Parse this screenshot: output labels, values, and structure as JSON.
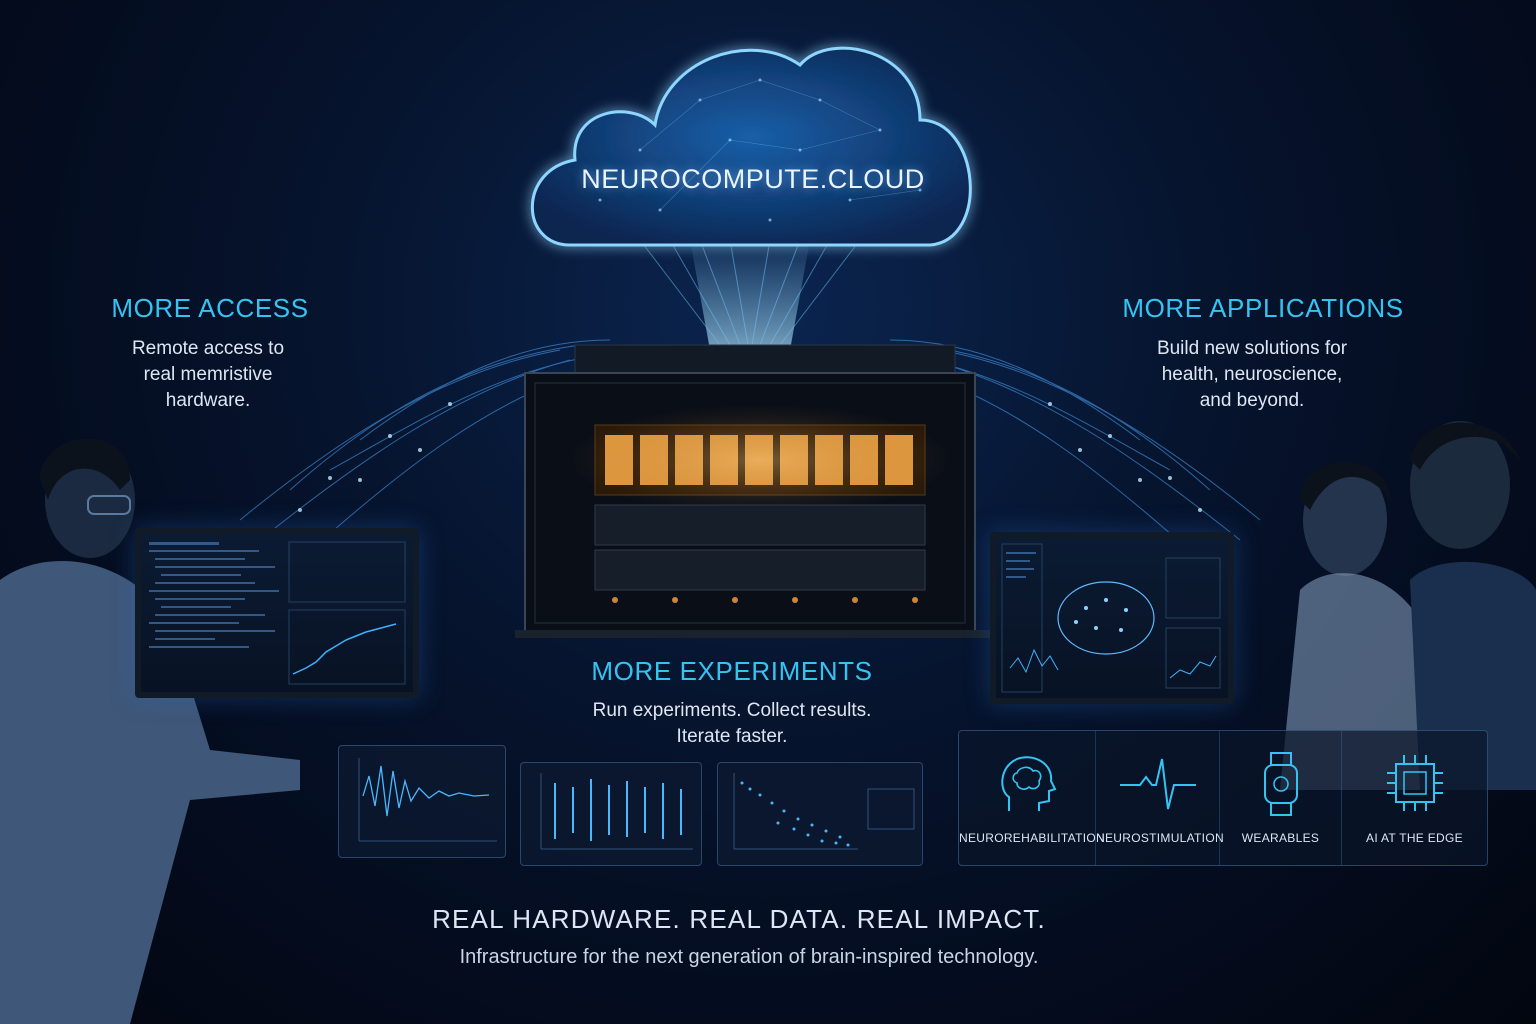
{
  "cloud": {
    "label": "NEUROCOMPUTE.CLOUD"
  },
  "access": {
    "heading": "MORE ACCESS",
    "lines": [
      "Remote access to",
      "real memristive",
      "hardware."
    ]
  },
  "applications": {
    "heading": "MORE APPLICATIONS",
    "lines": [
      "Build new solutions for",
      "health, neuroscience,",
      "and beyond."
    ],
    "items": [
      {
        "label": "NEUROREHABILITATION",
        "icon": "brain-head-icon"
      },
      {
        "label": "NEUROSTIMULATION",
        "icon": "pulse-icon"
      },
      {
        "label": "WEARABLES",
        "icon": "smartwatch-icon"
      },
      {
        "label": "AI AT THE EDGE",
        "icon": "chip-icon"
      }
    ]
  },
  "experiments": {
    "heading": "MORE EXPERIMENTS",
    "lines": [
      "Run experiments. Collect results.",
      "Iterate faster."
    ]
  },
  "footer": {
    "tagline": "REAL HARDWARE. REAL DATA. REAL IMPACT.",
    "subline": "Infrastructure for the next generation of brain-inspired technology."
  },
  "colors": {
    "accent": "#35c4f2",
    "glow": "#4aa8ff",
    "amber": "#ffb04a",
    "background": "#040b1c"
  }
}
